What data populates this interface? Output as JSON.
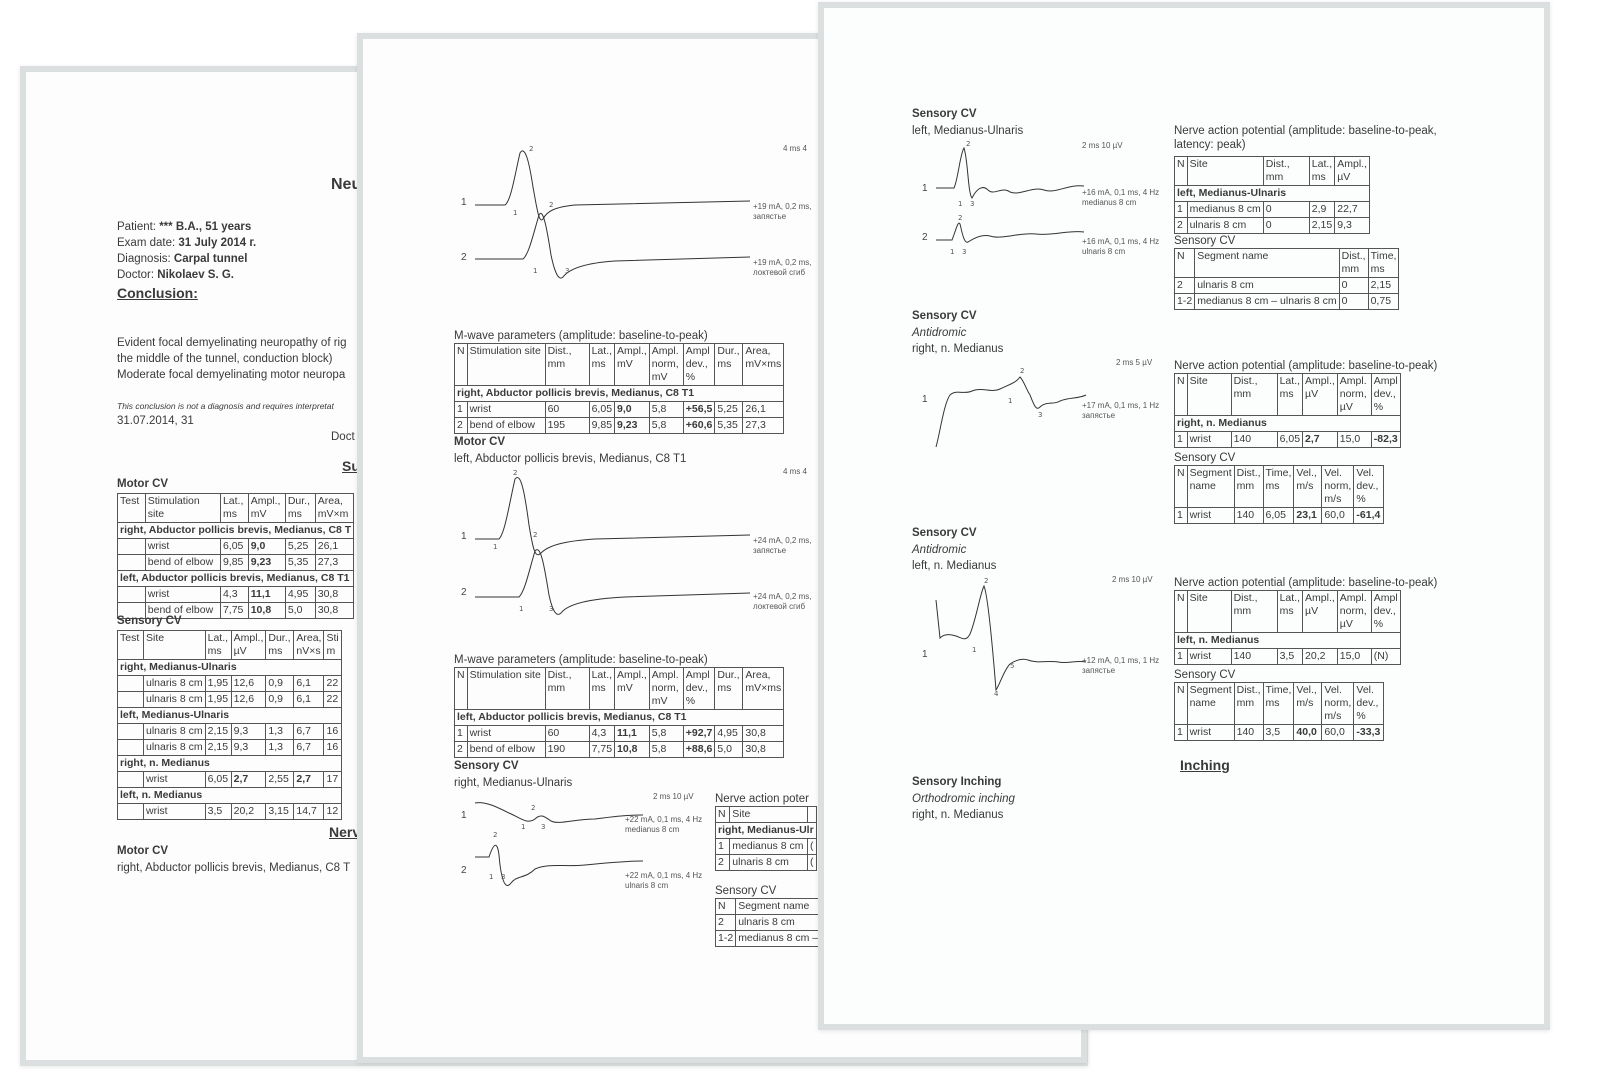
{
  "page1": {
    "title": "Neu",
    "patient_label": "Patient:",
    "patient_value": "*** B.A., 51 years",
    "exam_label": "Exam date:",
    "exam_value": "31 July 2014 г.",
    "diagnosis_label": "Diagnosis:",
    "diagnosis_value": "Carpal tunnel",
    "doctor_label": "Doctor:",
    "doctor_value": "Nikolaev S. G.",
    "conclusion_heading": "Conclusion:",
    "conclusion_lines": [
      "Evident focal demyelinating neuropathy of rig",
      "the middle of the tunnel, conduction block)",
      "Moderate focal demyelinating motor neuropa"
    ],
    "disclaimer": "This conclusion is not a diagnosis and requires interpretat",
    "date_line": "31.07.2014, 31",
    "doctor_sign": "Doct",
    "summary_heading": "Su",
    "motor_title": "Motor CV",
    "motor_table": [
      [
        "Test",
        "Stimulation site",
        "Lat., ms",
        "Ampl., mV",
        "Dur., ms",
        "Area, mV×m"
      ],
      [
        "right, Abductor pollicis brevis, Medianus, C8 T"
      ],
      [
        "",
        "wrist",
        "6,05",
        "9,0",
        "5,25",
        "26,1"
      ],
      [
        "",
        "bend of elbow",
        "9,85",
        "9,23",
        "5,35",
        "27,3"
      ],
      [
        "left, Abductor pollicis brevis, Medianus, C8 T1"
      ],
      [
        "",
        "wrist",
        "4,3",
        "11,1",
        "4,95",
        "30,8"
      ],
      [
        "",
        "bend of elbow",
        "7,75",
        "10,8",
        "5,0",
        "30,8"
      ]
    ],
    "sensory_title": "Sensory CV",
    "sensory_table": [
      [
        "Test",
        "Site",
        "Lat., ms",
        "Ampl., µV",
        "Dur., ms",
        "Area, nV×s",
        "Sti m"
      ],
      [
        "right, Medianus-Ulnaris"
      ],
      [
        "",
        "ulnaris 8 cm",
        "1,95",
        "12,6",
        "0,9",
        "6,1",
        "22"
      ],
      [
        "",
        "ulnaris 8 cm",
        "1,95",
        "12,6",
        "0,9",
        "6,1",
        "22"
      ],
      [
        "left, Medianus-Ulnaris"
      ],
      [
        "",
        "ulnaris 8 cm",
        "2,15",
        "9,3",
        "1,3",
        "6,7",
        "16"
      ],
      [
        "",
        "ulnaris 8 cm",
        "2,15",
        "9,3",
        "1,3",
        "6,7",
        "16"
      ],
      [
        "right, n. Medianus"
      ],
      [
        "",
        "wrist",
        "6,05",
        "2,7",
        "2,55",
        "2,7",
        "17"
      ],
      [
        "left, n. Medianus"
      ],
      [
        "",
        "wrist",
        "3,5",
        "20,2",
        "3,15",
        "14,7",
        "12"
      ]
    ],
    "nerve_heading": "Nerv",
    "motor2_title": "Motor CV",
    "motor2_sub": "right, Abductor pollicis brevis, Medianus, C8 T"
  },
  "page2": {
    "scale_top": "4 ms   4",
    "trace1": {
      "row1": "1",
      "row2": "2",
      "stim1": [
        "+19 mA, 0,2 ms,",
        "запястье"
      ],
      "stim2": [
        "+19 mA, 0,2 ms,",
        "локтевой сгиб"
      ]
    },
    "mwave1_title": "M-wave parameters (amplitude: baseline-to-peak)",
    "mwave1_table": [
      [
        "N",
        "Stimulation site",
        "Dist., mm",
        "Lat., ms",
        "Ampl., mV",
        "Ampl. norm, mV",
        "Ampl dev., %",
        "Dur., ms",
        "Area, mV×ms"
      ],
      [
        "right, Abductor pollicis brevis, Medianus, C8 T1"
      ],
      [
        "1",
        "wrist",
        "60",
        "6,05",
        "9,0",
        "5,8",
        "+56,5",
        "5,25",
        "26,1"
      ],
      [
        "2",
        "bend of elbow",
        "195",
        "9,85",
        "9,23",
        "5,8",
        "+60,6",
        "5,35",
        "27,3"
      ]
    ],
    "motor_title": "Motor CV",
    "motor_sub": "left, Abductor pollicis brevis, Medianus, C8 T1",
    "scale_mid": "4 ms   4",
    "trace2": {
      "row1": "1",
      "row2": "2",
      "stim1": [
        "+24 mA, 0,2 ms,",
        "запястье"
      ],
      "stim2": [
        "+24 mA, 0,2 ms,",
        "локтевой сгиб"
      ]
    },
    "mwave2_title": "M-wave parameters (amplitude: baseline-to-peak)",
    "mwave2_table": [
      [
        "N",
        "Stimulation site",
        "Dist., mm",
        "Lat., ms",
        "Ampl., mV",
        "Ampl. norm, mV",
        "Ampl dev., %",
        "Dur., ms",
        "Area, mV×ms"
      ],
      [
        "left, Abductor pollicis brevis, Medianus, C8 T1"
      ],
      [
        "1",
        "wrist",
        "60",
        "4,3",
        "11,1",
        "5,8",
        "+92,7",
        "4,95",
        "30,8"
      ],
      [
        "2",
        "bend of elbow",
        "190",
        "7,75",
        "10,8",
        "5,8",
        "+88,6",
        "5,0",
        "30,8"
      ]
    ],
    "sensory_title": "Sensory CV",
    "sensory_sub": "right, Medianus-Ulnaris",
    "scale_sens": "2 ms   10 µV",
    "trace3": {
      "row1": "1",
      "row2": "2",
      "stim1": [
        "+22 mA, 0,1 ms, 4 Hz",
        "medianus 8 cm"
      ],
      "stim2": [
        "+22 mA, 0,1 ms, 4 Hz",
        "ulnaris 8 cm"
      ]
    },
    "nap_title": "Nerve action poter",
    "nap_table": [
      [
        "N",
        "Site",
        ""
      ],
      [
        "right, Medianus-Ulr"
      ],
      [
        "1",
        "medianus 8 cm",
        "("
      ],
      [
        "2",
        "ulnaris 8 cm",
        "("
      ]
    ],
    "scv_title": "Sensory CV",
    "scv_table": [
      [
        "N",
        "Segment name"
      ],
      [
        "2",
        "ulnaris 8 cm"
      ],
      [
        "1-2",
        "medianus 8 cm –"
      ]
    ]
  },
  "page3": {
    "block1": {
      "title": "Sensory CV",
      "sub": "left, Medianus-Ulnaris",
      "scale": "2 ms   10 µV",
      "stim1": [
        "+16 mA, 0,1 ms, 4 Hz",
        "medianus 8 cm"
      ],
      "stim2": [
        "+16 mA, 0,1 ms, 4 Hz",
        "ulnaris 8 cm"
      ],
      "nap_title": "Nerve action potential (amplitude: baseline-to-peak, latency: peak)",
      "nap_table": [
        [
          "N",
          "Site",
          "Dist., mm",
          "Lat., ms",
          "Ampl., µV"
        ],
        [
          "left, Medianus-Ulnaris"
        ],
        [
          "1",
          "medianus 8 cm",
          "0",
          "2,9",
          "22,7"
        ],
        [
          "2",
          "ulnaris 8 cm",
          "0",
          "2,15",
          "9,3"
        ]
      ],
      "scv_title": "Sensory CV",
      "scv_table": [
        [
          "N",
          "Segment name",
          "Dist., mm",
          "Time, ms"
        ],
        [
          "2",
          "ulnaris 8 cm",
          "0",
          "2,15"
        ],
        [
          "1-2",
          "medianus 8 cm – ulnaris 8 cm",
          "0",
          "0,75"
        ]
      ]
    },
    "block2": {
      "title": "Sensory CV",
      "mode": "Antidromic",
      "sub": "right, n. Medianus",
      "scale": "2 ms   5 µV",
      "stim": [
        "+17 mA, 0,1 ms, 1 Hz",
        "запястье"
      ],
      "nap_title": "Nerve action potential (amplitude: baseline-to-peak)",
      "nap_table": [
        [
          "N",
          "Site",
          "Dist., mm",
          "Lat., ms",
          "Ampl., µV",
          "Ampl. norm, µV",
          "Ampl dev., %"
        ],
        [
          "right, n. Medianus"
        ],
        [
          "1",
          "wrist",
          "140",
          "6,05",
          "2,7",
          "15,0",
          "-82,3"
        ]
      ],
      "scv_title": "Sensory CV",
      "scv_table": [
        [
          "N",
          "Segment name",
          "Dist., mm",
          "Time, ms",
          "Vel., m/s",
          "Vel. norm, m/s",
          "Vel. dev., %"
        ],
        [
          "1",
          "wrist",
          "140",
          "6,05",
          "23,1",
          "60,0",
          "-61,4"
        ]
      ]
    },
    "block3": {
      "title": "Sensory CV",
      "mode": "Antidromic",
      "sub": "left, n. Medianus",
      "scale": "2 ms   10 µV",
      "stim": [
        "+12 mA, 0,1 ms, 1 Hz",
        "запястье"
      ],
      "nap_title": "Nerve action potential (amplitude: baseline-to-peak)",
      "nap_table": [
        [
          "N",
          "Site",
          "Dist., mm",
          "Lat., ms",
          "Ampl., µV",
          "Ampl. norm, µV",
          "Ampl dev., %"
        ],
        [
          "left, n. Medianus"
        ],
        [
          "1",
          "wrist",
          "140",
          "3,5",
          "20,2",
          "15,0",
          "(N)"
        ]
      ],
      "scv_title": "Sensory CV",
      "scv_table": [
        [
          "N",
          "Segment name",
          "Dist., mm",
          "Time, ms",
          "Vel., m/s",
          "Vel. norm, m/s",
          "Vel. dev., %"
        ],
        [
          "1",
          "wrist",
          "140",
          "3,5",
          "40,0",
          "60,0",
          "-33,3"
        ]
      ]
    },
    "inching_heading": "Inching",
    "inching": {
      "title": "Sensory Inching",
      "mode": "Orthodromic inching",
      "sub": "right, n. Medianus"
    }
  },
  "bold_values": [
    "9,0",
    "9,23",
    "11,1",
    "10,8",
    "2,7",
    "+56,5",
    "+60,6",
    "+92,7",
    "+88,6",
    "-82,3",
    "23,1",
    "-61,4",
    "40,0",
    "-33,3"
  ]
}
